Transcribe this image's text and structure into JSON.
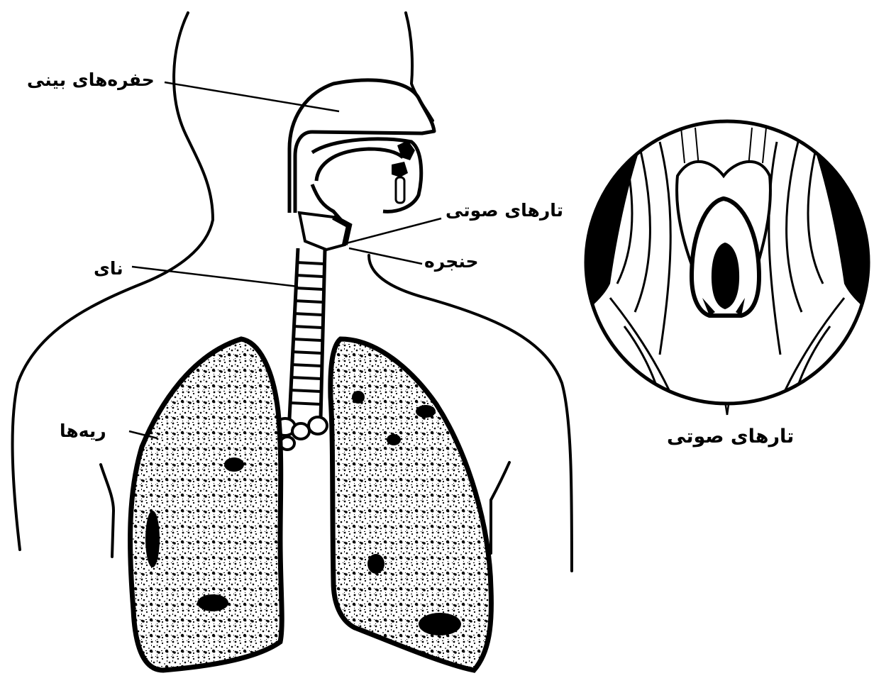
{
  "labels": {
    "nasal_cavity": "حفره‌های بینی",
    "vocal_cords_top": "تارهای صوتی",
    "larynx": "حنجره",
    "trachea": "نای",
    "lungs": "ریه‌ها",
    "vocal_cords_inset": "تارهای صوتی"
  },
  "colors": {
    "ink": "#000000",
    "paper": "#ffffff"
  }
}
